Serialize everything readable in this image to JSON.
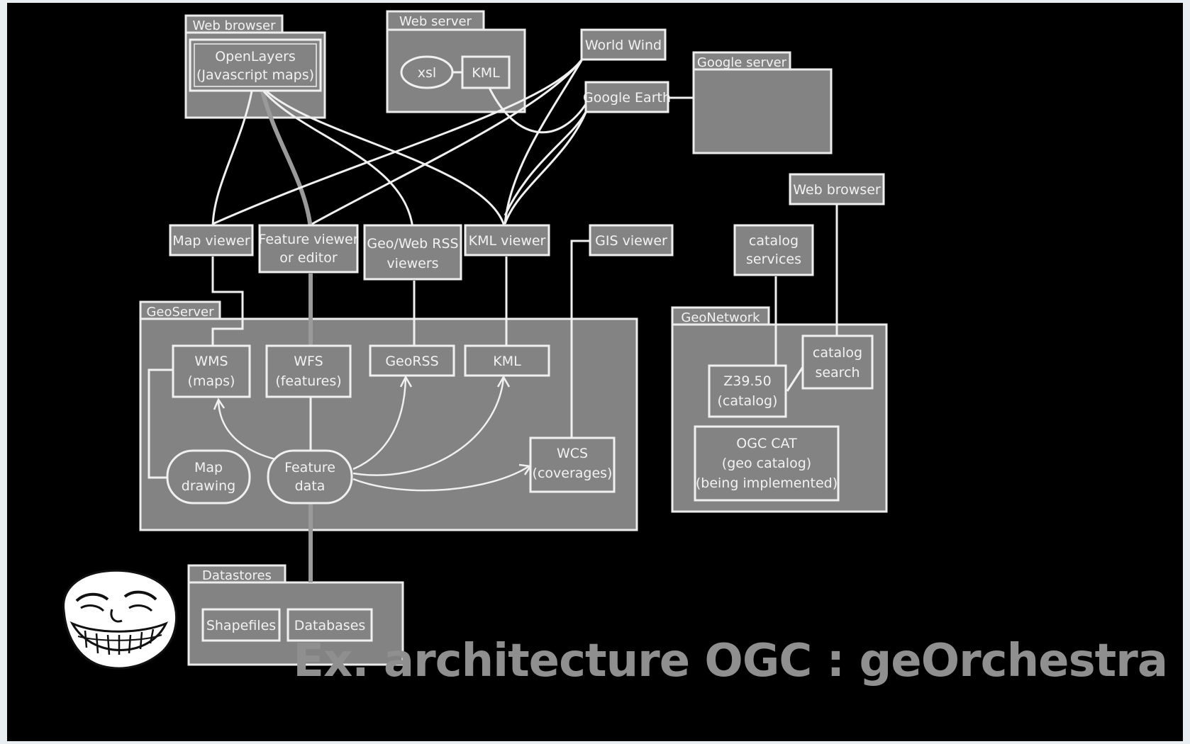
{
  "slide_title": "Ex. architecture OGC : geOrchestra",
  "containers": {
    "web_browser_top": "Web browser",
    "web_server": "Web server",
    "google_server": "Google server",
    "geoserver": "GeoServer",
    "geonetwork": "GeoNetwork",
    "datastores": "Datastores"
  },
  "nodes": {
    "openlayers": [
      "OpenLayers",
      "(Javascript maps)"
    ],
    "xsl": "xsl",
    "kml_server": "KML",
    "world_wind": "World Wind",
    "google_earth": "Google Earth",
    "web_browser_right": "Web browser",
    "map_viewer": "Map viewer",
    "feature_viewer": [
      "Feature viewer",
      "or editor"
    ],
    "georss_viewers": [
      "Geo/Web RSS",
      "viewers"
    ],
    "kml_viewer": "KML viewer",
    "gis_viewer": "GIS viewer",
    "catalog_services": [
      "catalog",
      "services"
    ],
    "wms": [
      "WMS",
      "(maps)"
    ],
    "wfs": [
      "WFS",
      "(features)"
    ],
    "georss": "GeoRSS",
    "kml_geoserver": "KML",
    "map_drawing": [
      "Map",
      "drawing"
    ],
    "feature_data": [
      "Feature",
      "data"
    ],
    "wcs": [
      "WCS",
      "(coverages)"
    ],
    "z3950": [
      "Z39.50",
      "(catalog)"
    ],
    "catalog_search": [
      "catalog",
      "search"
    ],
    "ogc_cat": [
      "OGC CAT",
      "(geo catalog)",
      "(being implemented)"
    ],
    "shapefiles": "Shapefiles",
    "databases": "Databases"
  },
  "colors": {
    "background": "#000000",
    "panel": "#838383",
    "stroke": "#f0f0f0",
    "title": "#8f8f8f"
  },
  "icons": {
    "mascot": "trollface-icon"
  }
}
